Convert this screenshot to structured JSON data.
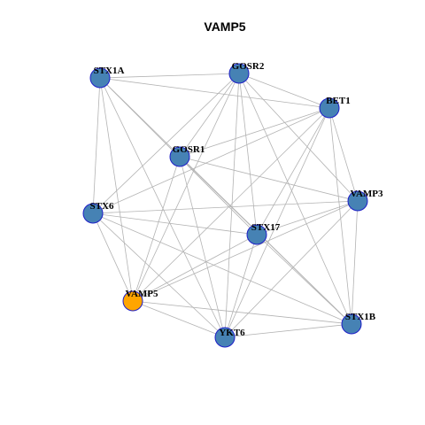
{
  "title": "VAMP5",
  "colors": {
    "node_default": "#4682b4",
    "node_highlight": "#ffa500",
    "node_border": "#1e1ec8",
    "edge": "#b3b3b3"
  },
  "nodes": [
    {
      "id": "STX1A",
      "label": "STX1A"
    },
    {
      "id": "GOSR2",
      "label": "GOSR2"
    },
    {
      "id": "BET1",
      "label": "BET1"
    },
    {
      "id": "GOSR1",
      "label": "GOSR1"
    },
    {
      "id": "VAMP3",
      "label": "VAMP3"
    },
    {
      "id": "STX6",
      "label": "STX6"
    },
    {
      "id": "STX17",
      "label": "STX17"
    },
    {
      "id": "VAMP5",
      "label": "VAMP5",
      "highlight": true
    },
    {
      "id": "STX1B",
      "label": "STX1B"
    },
    {
      "id": "YKT6",
      "label": "YKT6"
    }
  ],
  "edges": [
    [
      "STX1A",
      "GOSR2"
    ],
    [
      "STX1A",
      "BET1"
    ],
    [
      "STX1A",
      "STX6"
    ],
    [
      "STX1A",
      "VAMP5"
    ],
    [
      "STX1A",
      "YKT6"
    ],
    [
      "STX1A",
      "STX1B"
    ],
    [
      "STX1A",
      "STX17"
    ],
    [
      "GOSR2",
      "BET1"
    ],
    [
      "GOSR2",
      "GOSR1"
    ],
    [
      "GOSR2",
      "STX6"
    ],
    [
      "GOSR2",
      "VAMP5"
    ],
    [
      "GOSR2",
      "YKT6"
    ],
    [
      "GOSR2",
      "STX17"
    ],
    [
      "GOSR2",
      "VAMP3"
    ],
    [
      "GOSR2",
      "STX1B"
    ],
    [
      "BET1",
      "GOSR1"
    ],
    [
      "BET1",
      "STX6"
    ],
    [
      "BET1",
      "VAMP5"
    ],
    [
      "BET1",
      "YKT6"
    ],
    [
      "BET1",
      "STX17"
    ],
    [
      "BET1",
      "VAMP3"
    ],
    [
      "BET1",
      "STX1B"
    ],
    [
      "GOSR1",
      "VAMP3"
    ],
    [
      "GOSR1",
      "VAMP5"
    ],
    [
      "GOSR1",
      "YKT6"
    ],
    [
      "GOSR1",
      "STX1B"
    ],
    [
      "STX6",
      "VAMP3"
    ],
    [
      "STX6",
      "STX17"
    ],
    [
      "STX6",
      "VAMP5"
    ],
    [
      "STX6",
      "YKT6"
    ],
    [
      "STX6",
      "STX1B"
    ],
    [
      "STX17",
      "VAMP5"
    ],
    [
      "STX17",
      "YKT6"
    ],
    [
      "STX17",
      "VAMP3"
    ],
    [
      "STX17",
      "STX1B"
    ],
    [
      "VAMP3",
      "VAMP5"
    ],
    [
      "VAMP3",
      "YKT6"
    ],
    [
      "VAMP3",
      "STX1B"
    ],
    [
      "VAMP5",
      "YKT6"
    ],
    [
      "VAMP5",
      "STX1B"
    ],
    [
      "YKT6",
      "STX1B"
    ]
  ]
}
